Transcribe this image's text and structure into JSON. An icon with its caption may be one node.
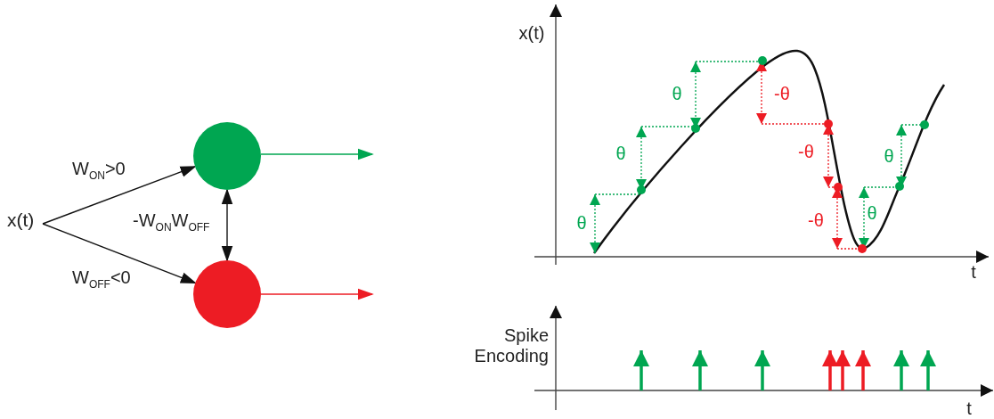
{
  "diagram": {
    "nodes": [
      {
        "text": [
          "x(t)"
        ]
      },
      {
        "text": [],
        "shape": "circle"
      },
      {
        "text": [],
        "shape": "circle"
      }
    ],
    "edges": [
      {
        "from": 0,
        "to": 1,
        "arrow": "to",
        "label": "W$_{ON}$>0"
      },
      {
        "from": 0,
        "to": 2,
        "arrow": "to",
        "label": "W$_{OFF}$<0"
      },
      {
        "from": 1,
        "to": 2,
        "arrow": "both",
        "label": "-W$_{ON}$W$_{OFF}$"
      },
      {
        "from": 1,
        "to": null,
        "arrow": "to",
        "color": "#00a651"
      },
      {
        "from": 2,
        "to": null,
        "arrow": "to",
        "color": "#ed1c24"
      }
    ],
    "labels": [
      "x(t)",
      "θ",
      "-θ",
      "-θ",
      "θ",
      "θ",
      "θ",
      "-θ",
      "θ",
      "t",
      "Spike Encoding",
      "t"
    ]
  }
}
